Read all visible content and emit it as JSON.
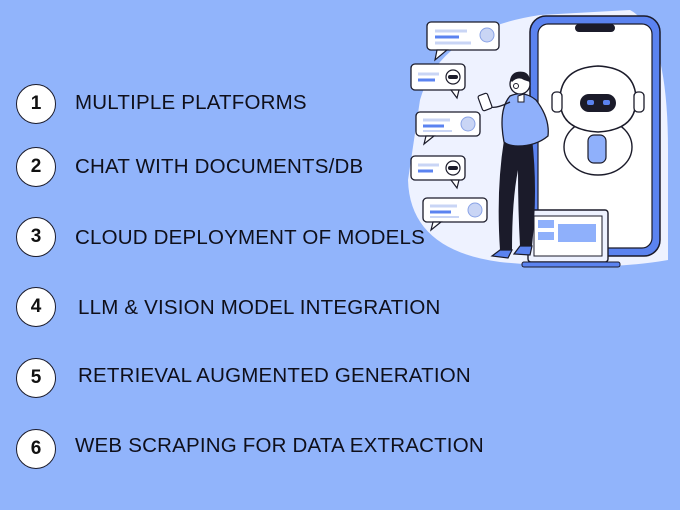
{
  "features": [
    {
      "number": "1",
      "label": "MULTIPLE PLATFORMS"
    },
    {
      "number": "2",
      "label": "CHAT WITH DOCUMENTS/DB"
    },
    {
      "number": "3",
      "label": "CLOUD DEPLOYMENT OF MODELS"
    },
    {
      "number": "4",
      "label": "LLM & VISION MODEL INTEGRATION"
    },
    {
      "number": "5",
      "label": "RETRIEVAL AUGMENTED GENERATION"
    },
    {
      "number": "6",
      "label": "WEB SCRAPING FOR DATA EXTRACTION"
    }
  ],
  "colors": {
    "background": "#91b4fb",
    "accent_blue": "#5b83f0",
    "dark": "#1b1b2a"
  },
  "illustration_icons": [
    "chat-bubble-icon",
    "robot-icon",
    "smartphone-icon",
    "person-icon",
    "laptop-icon"
  ]
}
